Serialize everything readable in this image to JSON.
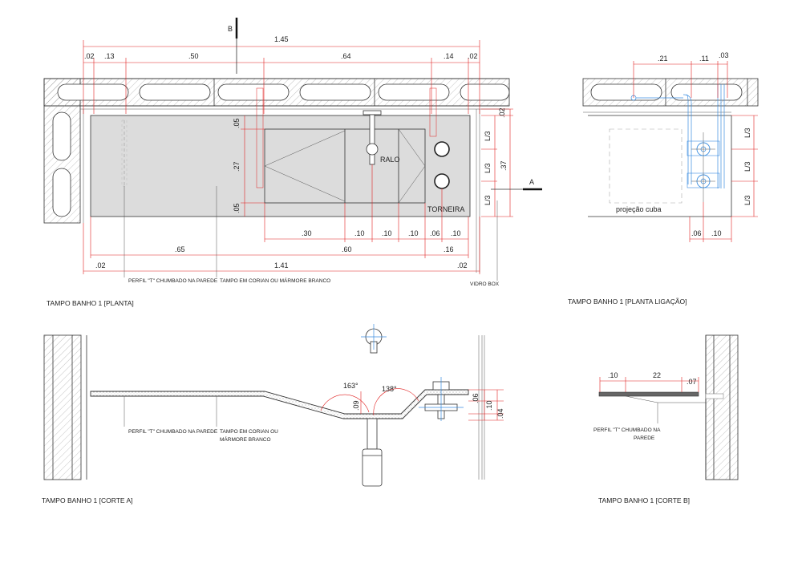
{
  "titles": {
    "planta": "TAMPO BANHO 1 [PLANTA]",
    "ligacao": "TAMPO BANHO 1 [PLANTA LIGAÇÃO]",
    "corte_a": "TAMPO BANHO 1 [CORTE A]",
    "corte_b": "TAMPO BANHO 1 [CORTE B]"
  },
  "labels": {
    "ralo": "RALO",
    "torneira": "TORNEIRA",
    "section_a": "A",
    "section_b": "B",
    "projecao": "projeção cuba",
    "vidro": "VIDRO BOX"
  },
  "notes": {
    "perfil": "PERFIL \"T\" CHUMBADO NA PAREDE",
    "tampo": "TAMPO EM CORIAN OU MÁRMORE BRANCO",
    "tampo_l1": "TAMPO EM CORIAN OU",
    "tampo_l2": "MÁRMORE BRANCO",
    "perfil_l1": "PERFIL \"T\" CHUMBADO NA",
    "perfil_l2": "PAREDE"
  },
  "dims": {
    "overall_top": "1.45",
    "top_02a": ".02",
    "top_13": ".13",
    "top_50": ".50",
    "top_64": ".64",
    "top_14": ".14",
    "top_02b": ".02",
    "v_02": ".02",
    "v_L1": "L/3",
    "v_L2": "L/3",
    "v_L3": "L/3",
    "v_37": ".37",
    "v_05a": ".05",
    "v_27": ".27",
    "v_05b": ".05",
    "b_30": ".30",
    "b_10a": ".10",
    "b_10b": ".10",
    "b_10c": ".10",
    "b_06": ".06",
    "b_10d": ".10",
    "b_65": ".65",
    "b_60": ".60",
    "b_16": ".16",
    "b_02a": ".02",
    "b_141": "1.41",
    "b_02b": ".02",
    "lg_21": ".21",
    "lg_11": ".11",
    "lg_03": ".03",
    "lg_L1": "L/3",
    "lg_L2": "L/3",
    "lg_L3": "L/3",
    "lg_06": ".06",
    "lg_10": ".10",
    "ca_163": "163°",
    "ca_138": "138°",
    "ca_09": ".09",
    "ca_06": ".06",
    "ca_10": ".10",
    "ca_04": ".04",
    "cb_10": ".10",
    "cb_22": "22",
    "cb_07": ".07"
  }
}
